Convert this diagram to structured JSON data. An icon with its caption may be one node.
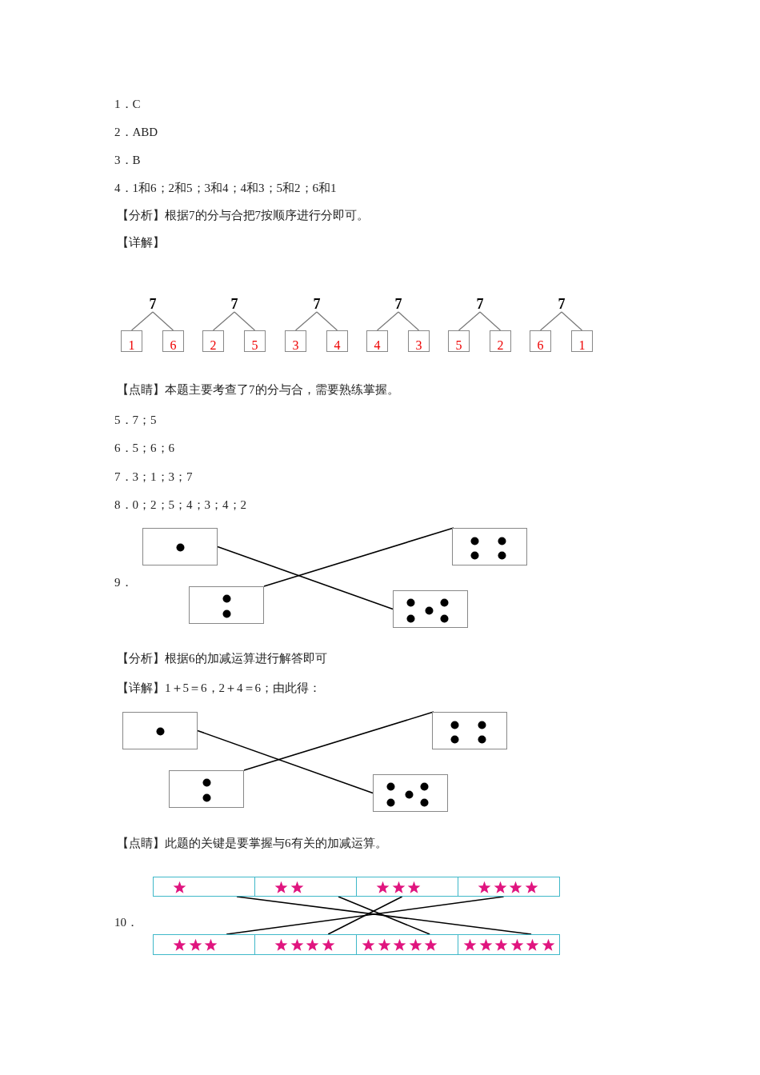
{
  "diagram": {
    "nodes": [
      {
        "text": [
          "7"
        ]
      },
      {
        "text": [
          "1"
        ]
      },
      {
        "text": [
          "6"
        ]
      },
      {
        "text": [
          "7"
        ]
      },
      {
        "text": [
          "2"
        ]
      },
      {
        "text": [
          "5"
        ]
      },
      {
        "text": [
          "7"
        ]
      },
      {
        "text": [
          "3"
        ]
      },
      {
        "text": [
          "4"
        ]
      },
      {
        "text": [
          "7"
        ]
      },
      {
        "text": [
          "4"
        ]
      },
      {
        "text": [
          "3"
        ]
      },
      {
        "text": [
          "7"
        ]
      },
      {
        "text": [
          "5"
        ]
      },
      {
        "text": [
          "2"
        ]
      },
      {
        "text": [
          "7"
        ]
      },
      {
        "text": [
          "6"
        ]
      },
      {
        "text": [
          "1"
        ]
      },
      {
        "text": [],
        "shape": "box"
      },
      {
        "text": [],
        "shape": "box"
      },
      {
        "text": [],
        "shape": "box"
      },
      {
        "text": [],
        "shape": "box"
      },
      {
        "text": [],
        "shape": "box"
      },
      {
        "text": [],
        "shape": "box"
      },
      {
        "text": [],
        "shape": "box"
      },
      {
        "text": [],
        "shape": "box"
      },
      {
        "text": [],
        "shape": "box"
      },
      {
        "text": [],
        "shape": "box"
      },
      {
        "text": [],
        "shape": "box"
      },
      {
        "text": [],
        "shape": "box"
      },
      {
        "text": [],
        "shape": "box"
      },
      {
        "text": [],
        "shape": "box"
      },
      {
        "text": [],
        "shape": "box"
      },
      {
        "text": [],
        "shape": "box"
      }
    ],
    "edges": [
      {
        "from": 0,
        "to": 1,
        "arrow": "none"
      },
      {
        "from": 0,
        "to": 2,
        "arrow": "none"
      },
      {
        "from": 3,
        "to": 4,
        "arrow": "none"
      },
      {
        "from": 3,
        "to": 5,
        "arrow": "none"
      },
      {
        "from": 6,
        "to": 7,
        "arrow": "none"
      },
      {
        "from": 6,
        "to": 8,
        "arrow": "none"
      },
      {
        "from": 9,
        "to": 10,
        "arrow": "none"
      },
      {
        "from": 9,
        "to": 11,
        "arrow": "none"
      },
      {
        "from": 12,
        "to": 13,
        "arrow": "none"
      },
      {
        "from": 12,
        "to": 14,
        "arrow": "none"
      },
      {
        "from": 15,
        "to": 16,
        "arrow": "none"
      },
      {
        "from": 15,
        "to": 17,
        "arrow": "none"
      },
      {
        "from": 18,
        "to": 21,
        "arrow": "none",
        "color": "#000000"
      },
      {
        "from": 19,
        "to": 20,
        "arrow": "none",
        "color": "#000000"
      },
      {
        "from": 22,
        "to": 25,
        "arrow": "none",
        "color": "#000000"
      },
      {
        "from": 23,
        "to": 24,
        "arrow": "none",
        "color": "#000000"
      },
      {
        "from": 26,
        "to": 33,
        "arrow": "none",
        "color": "#000000"
      },
      {
        "from": 27,
        "to": 32,
        "arrow": "none",
        "color": "#000000"
      },
      {
        "from": 28,
        "to": 31,
        "arrow": "none",
        "color": "#000000"
      },
      {
        "from": 29,
        "to": 30,
        "arrow": "none",
        "color": "#000000"
      }
    ],
    "labels": [
      "1．C",
      "2．ABD",
      "3．B",
      "4．1和6；2和5；3和4；4和3；5和2；6和1",
      "【分析】根据7的分与合把7按顺序进行分即可。",
      "【详解】",
      "【点睛】本题主要考查了7的分与合，需要熟练掌握。",
      "5．7；5",
      "6．5；6；6",
      "7．3；1；3；7",
      "8．0；2；5；4；3；4；2",
      "9．",
      "【分析】根据6的加减运算进行解答即可",
      "【详解】1＋5＝6，2＋4＝6；由此得：",
      "【点睛】此题的关键是要掌握与6有关的加减运算。",
      "10．"
    ]
  }
}
